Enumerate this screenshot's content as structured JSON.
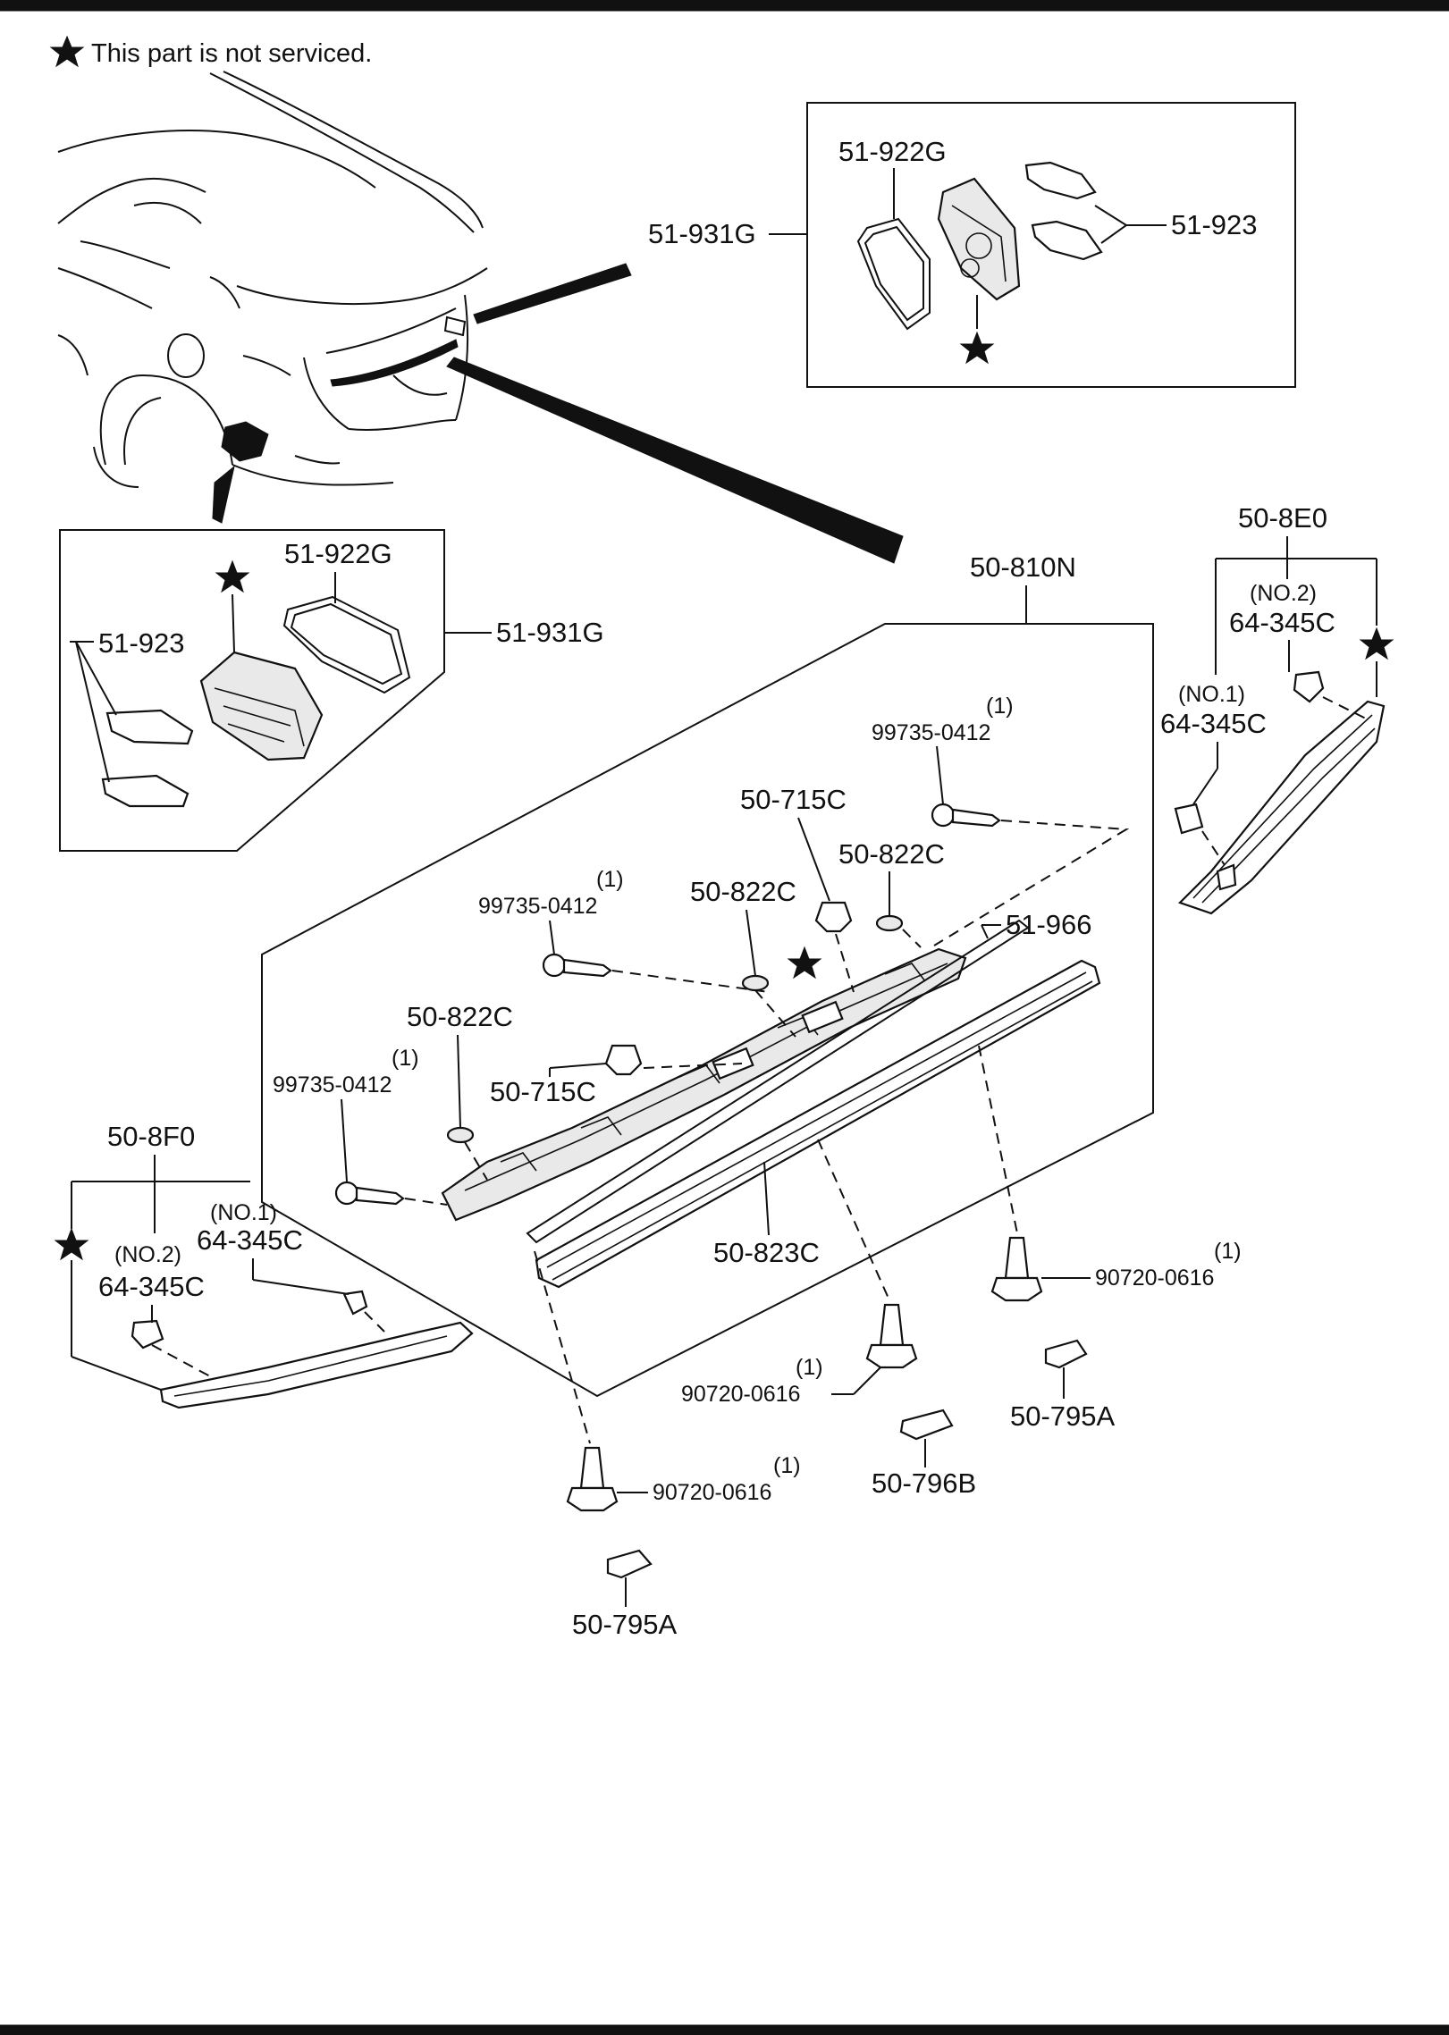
{
  "note": {
    "text": "This part is not serviced."
  },
  "callouts": {
    "c_51_922G_top": "51-922G",
    "c_51_931G_top": "51-931G",
    "c_51_923_top": "51-923",
    "c_51_922G_left": "51-922G",
    "c_51_931G_left": "51-931G",
    "c_51_923_left": "51-923",
    "c_50_810N": "50-810N",
    "c_50_8E0": "50-8E0",
    "c_no2_right": "(NO.2)",
    "c_64_345C_right2": "64-345C",
    "c_no1_right": "(NO.1)",
    "c_64_345C_right1": "64-345C",
    "c_qty_9973_a": "(1)",
    "c_99735_a": "99735-0412",
    "c_50_715C_a": "50-715C",
    "c_50_822C_a": "50-822C",
    "c_qty_9973_b": "(1)",
    "c_99735_b": "99735-0412",
    "c_50_822C_b": "50-822C",
    "c_51_966": "51-966",
    "c_50_822C_c": "50-822C",
    "c_qty_9973_c": "(1)",
    "c_99735_c": "99735-0412",
    "c_50_715C_b": "50-715C",
    "c_50_8F0": "50-8F0",
    "c_no1_left": "(NO.1)",
    "c_64_345C_left1": "64-345C",
    "c_no2_left": "(NO.2)",
    "c_64_345C_left2": "64-345C",
    "c_50_823C": "50-823C",
    "c_qty_9072_a": "(1)",
    "c_90720_a": "90720-0616",
    "c_qty_9072_b": "(1)",
    "c_90720_b": "90720-0616",
    "c_50_795A_a": "50-795A",
    "c_50_796B": "50-796B",
    "c_qty_9072_c": "(1)",
    "c_90720_c": "90720-0616",
    "c_50_795A_b": "50-795A"
  },
  "icons": [
    "star-icon"
  ]
}
